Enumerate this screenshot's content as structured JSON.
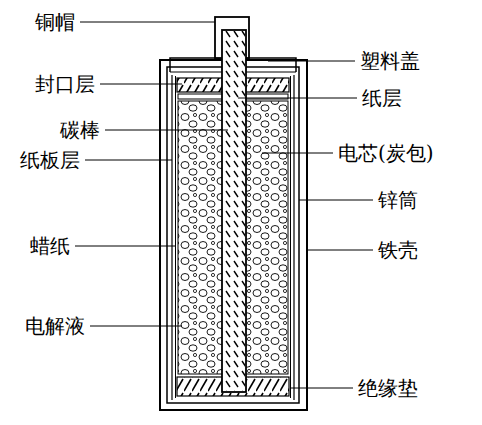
{
  "diagram": {
    "labels": [
      "铜帽",
      "塑料盖",
      "封口层",
      "纸层",
      "碳棒",
      "电芯(炭包)",
      "纸板层",
      "锌筒",
      "蜡纸",
      "铁壳",
      "电解液",
      "绝缘垫"
    ]
  }
}
